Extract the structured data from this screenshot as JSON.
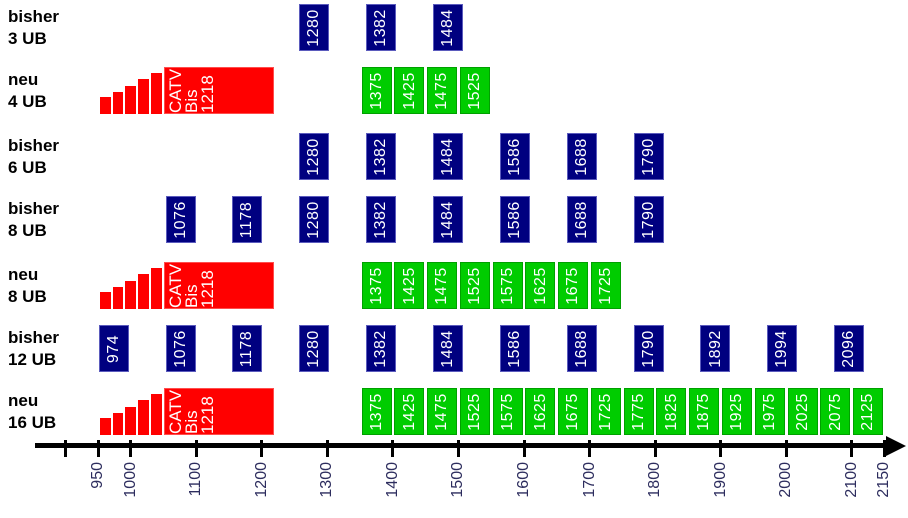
{
  "colors": {
    "bisher_box": "#000080",
    "bisher_border": "#5b5bbd",
    "neu_box": "#00cc00",
    "neu_border": "#00a000",
    "catv_red": "#ff0000",
    "catv_red_border": "#ff4d4d",
    "box_text": "#ffffff",
    "row_label": "#000000",
    "axis": "#000000",
    "tick_label": "#2d2d5e"
  },
  "chart_data": {
    "type": "bar",
    "title": "",
    "description_note": "",
    "rows": [
      {
        "label_lines": [
          "bisher",
          "3 UB"
        ],
        "style": "bisher",
        "catv": false,
        "frequencies": [
          1280,
          1382,
          1484
        ]
      },
      {
        "label_lines": [
          "neu",
          "4 UB"
        ],
        "style": "neu",
        "catv": true,
        "frequencies": [
          1375,
          1425,
          1475,
          1525
        ]
      },
      {
        "label_lines": [
          "bisher",
          "6 UB"
        ],
        "style": "bisher",
        "catv": false,
        "frequencies": [
          1280,
          1382,
          1484,
          1586,
          1688,
          1790
        ]
      },
      {
        "label_lines": [
          "bisher",
          "8 UB"
        ],
        "style": "bisher",
        "catv": false,
        "frequencies": [
          1076,
          1178,
          1280,
          1382,
          1484,
          1586,
          1688,
          1790
        ]
      },
      {
        "label_lines": [
          "neu",
          "8 UB"
        ],
        "style": "neu",
        "catv": true,
        "frequencies": [
          1375,
          1425,
          1475,
          1525,
          1575,
          1625,
          1675,
          1725
        ]
      },
      {
        "label_lines": [
          "bisher",
          "12 UB"
        ],
        "style": "bisher",
        "catv": false,
        "frequencies": [
          974,
          1076,
          1178,
          1280,
          1382,
          1484,
          1586,
          1688,
          1790,
          1892,
          1994,
          2096
        ]
      },
      {
        "label_lines": [
          "neu",
          "16 UB"
        ],
        "style": "neu",
        "catv": true,
        "frequencies": [
          1375,
          1425,
          1475,
          1525,
          1575,
          1625,
          1675,
          1725,
          1775,
          1825,
          1875,
          1925,
          1975,
          2025,
          2075,
          2125
        ]
      }
    ],
    "catv_block": {
      "from": 1050,
      "to": 1218,
      "text_lines": [
        "CATV",
        "Bis",
        "1218"
      ],
      "stair_from": 953,
      "stair_steps": 5
    },
    "x_axis": {
      "range": [
        900,
        2160
      ],
      "labeled_ticks": [
        950,
        1000,
        1100,
        1200,
        1300,
        1400,
        1500,
        1600,
        1700,
        1800,
        1900,
        2000,
        2100,
        2150
      ],
      "unlabeled_ticks": [
        900
      ],
      "arrow": "right",
      "grid": false
    }
  }
}
